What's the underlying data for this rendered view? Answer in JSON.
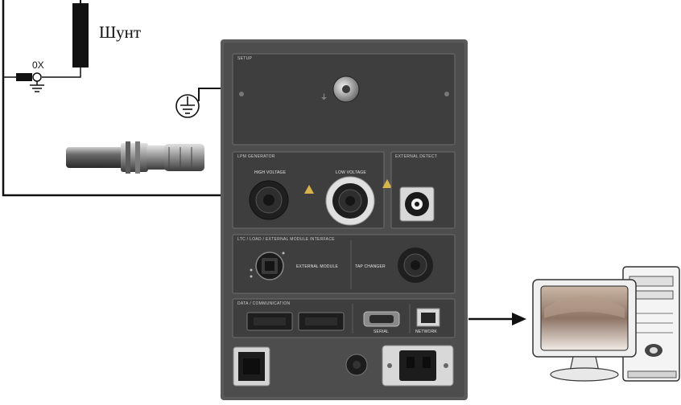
{
  "labels": {
    "shunt": "Шунт",
    "ox": "0X"
  },
  "panel": {
    "sections": {
      "top": "SETUP",
      "generator": "LPM GENERATOR",
      "external_detect": "EXTERNAL DETECT",
      "row3": "LTC / LOAD / EXTERNAL MODULE INTERFACE",
      "comms": "DATA / COMMUNICATION"
    },
    "connectors": {
      "high_voltage": "HIGH VOLTAGE",
      "low_voltage": "LOW VOLTAGE",
      "external_module": "EXTERNAL MODULE",
      "tap_changer": "TAP CHANGER",
      "serial": "SERIAL",
      "network": "NETWORK"
    }
  },
  "colors": {
    "panel_body": "#5a5a5a",
    "panel_section": "#3e3e3e",
    "wire": "#111111",
    "arrow": "#111111"
  }
}
